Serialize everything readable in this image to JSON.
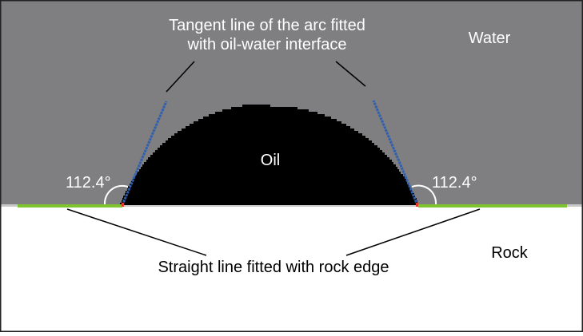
{
  "labels": {
    "tangent_line_1": "Tangent line of the arc fitted",
    "tangent_line_2": "with oil-water interface",
    "water": "Water",
    "oil": "Oil",
    "angle_left": "112.4°",
    "angle_right": "112.4°",
    "rock": "Rock",
    "straight_line": "Straight line fitted with rock edge"
  },
  "colors": {
    "water": "#7f7e80",
    "oil": "#000000",
    "rock": "#ffffff",
    "rock_edge_line": "#7dc42e",
    "tangent_line": "#2f5fb0",
    "contact_point": "#e03a2a",
    "surface_gray": "#c8c8c8",
    "frame": "#222222"
  }
}
